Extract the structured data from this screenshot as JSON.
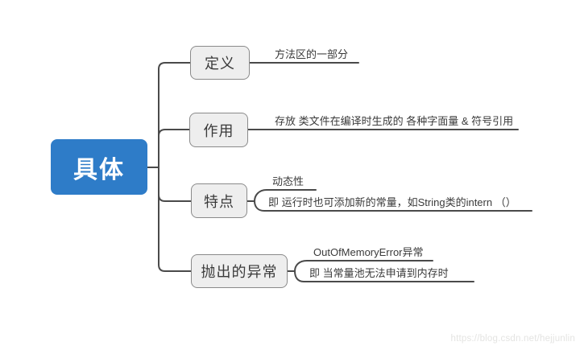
{
  "mindmap": {
    "root": {
      "label": "具体"
    },
    "branches": [
      {
        "label": "定义",
        "children": [
          {
            "text": "方法区的一部分"
          }
        ]
      },
      {
        "label": "作用",
        "children": [
          {
            "text": "存放 类文件在编译时生成的 各种字面量 & 符号引用"
          }
        ]
      },
      {
        "label": "特点",
        "children": [
          {
            "text": "动态性"
          },
          {
            "text": "即 运行时也可添加新的常量，如String类的intern （）"
          }
        ]
      },
      {
        "label": "抛出的异常",
        "children": [
          {
            "text": "OutOfMemoryError异常"
          },
          {
            "text": "即 当常量池无法申请到内存时"
          }
        ]
      }
    ]
  },
  "watermark": "https://blog.csdn.net/hejjunlin",
  "colors": {
    "root_bg": "#2e7cc8",
    "root_text": "#ffffff",
    "branch_bg": "#eeeeee",
    "branch_border": "#8a8a8a",
    "line": "#4a4a4a",
    "text": "#3a3a3a",
    "watermark": "#e4e4e2",
    "background": "#ffffff"
  }
}
